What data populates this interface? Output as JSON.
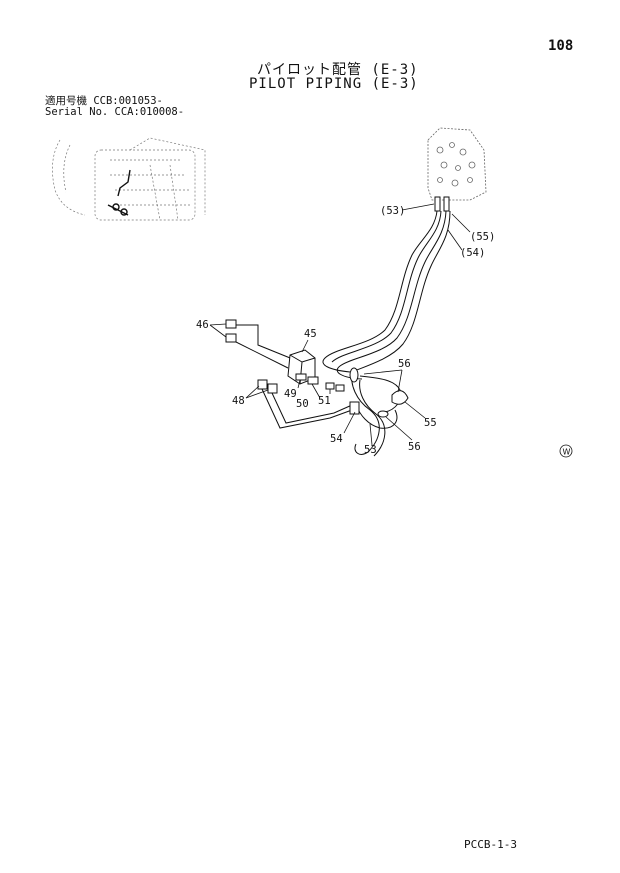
{
  "page": {
    "page_number": "108",
    "title_jp": "パイロット配管 (E-3)",
    "title_en": "PILOT PIPING (E-3)",
    "serial_line_1": "適用号機 CCB:001053-",
    "serial_line_2": "Serial No. CCA:010008-",
    "footer_code": "PCCB-1-3",
    "mark_symbol": "W"
  },
  "callouts": {
    "c53_top": "(53)",
    "c55_top": "(55)",
    "c54_top": "(54)",
    "c46": "46",
    "c45": "45",
    "c56_a": "56",
    "c48": "48",
    "c49": "49",
    "c50": "50",
    "c51": "51",
    "c55": "55",
    "c54": "54",
    "c53": "53",
    "c56_b": "56"
  }
}
